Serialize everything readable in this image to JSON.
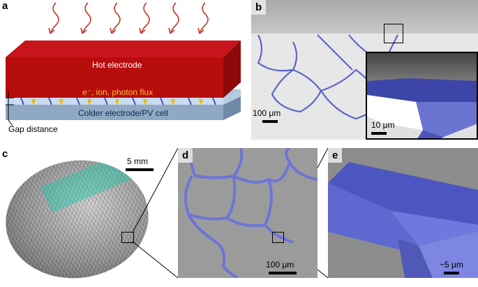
{
  "panels": {
    "a": {
      "letter": "a",
      "hot_electrode": "Hot electrode",
      "flux_label": "e⁻, ion, photon flux",
      "cold_electrode": "Colder electrode/PV cell",
      "gap_label": "Gap distance"
    },
    "b": {
      "letter": "b",
      "scale_main": "100 μm",
      "scale_inset": "10 μm"
    },
    "c": {
      "letter": "c",
      "scale": "5 mm"
    },
    "d": {
      "letter": "d",
      "scale": "100 μm"
    },
    "e": {
      "letter": "e",
      "scale": "~5 μm"
    }
  },
  "colors": {
    "hot": "#b80d0d",
    "cold": "#8fa9c4",
    "flux": "#f2b705",
    "spacer": "#5b66c9"
  }
}
